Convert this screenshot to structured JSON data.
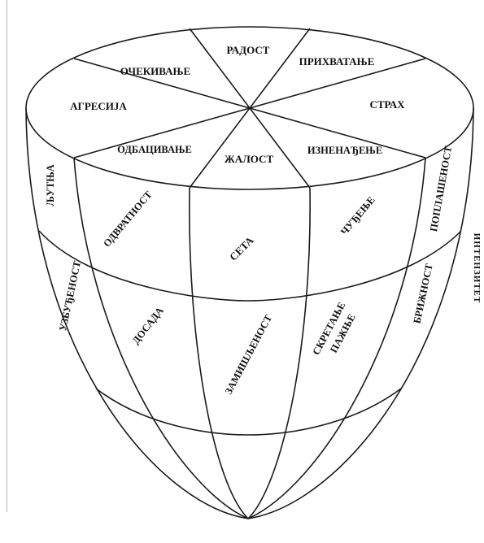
{
  "top_emotions": {
    "radost": "РАДОСТ",
    "prihvatanje": "ПРИХВАТАЊЕ",
    "strah": "СТРАХ",
    "iznenadjenje": "ИЗНЕНАЂЕЊЕ",
    "zalost": "ЖАЛОСТ",
    "odbacivanje": "ОДБАЦИВАЊЕ",
    "agresija": "АГРЕСИЈА",
    "ocekivanje": "ОЧЕКИВАЊЕ"
  },
  "band_upper": {
    "ljutnja": "ЉУТЊА",
    "odvratnost": "ОДВРАТНОСТ",
    "seta": "СЕТА",
    "cudjenje": "ЧУЂЕЊЕ",
    "poplasenost": "ПОПЛАШЕНОСТ"
  },
  "band_middle": {
    "uzbudjenost": "УЗБУЂЕНОСТ",
    "dosada": "ДОСАДА",
    "zamisljenost": "ЗАМИШЉЕНОСТ",
    "skretanje_1": "СКРЕТАЊЕ",
    "skretanje_2": "ПАЖЊЕ",
    "briznost": "БРИЖНОСТ"
  },
  "side_label": "ИНТЕНЗИТЕТ"
}
